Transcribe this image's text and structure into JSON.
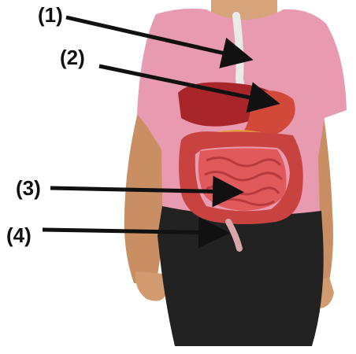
{
  "labels": [
    {
      "id": "1",
      "text": "(1)"
    },
    {
      "id": "2",
      "text": "(2)"
    },
    {
      "id": "3",
      "text": "(3)"
    },
    {
      "id": "4",
      "text": "(4)"
    }
  ],
  "colors": {
    "skin": "#c98f63",
    "shirt": "#e89ab0",
    "pants": "#222222",
    "liver": "#a8262a",
    "stomach": "#d2493a",
    "large_intestine": "#c8433f",
    "small_intestine": "#e05a5c",
    "arrow": "#111111"
  }
}
